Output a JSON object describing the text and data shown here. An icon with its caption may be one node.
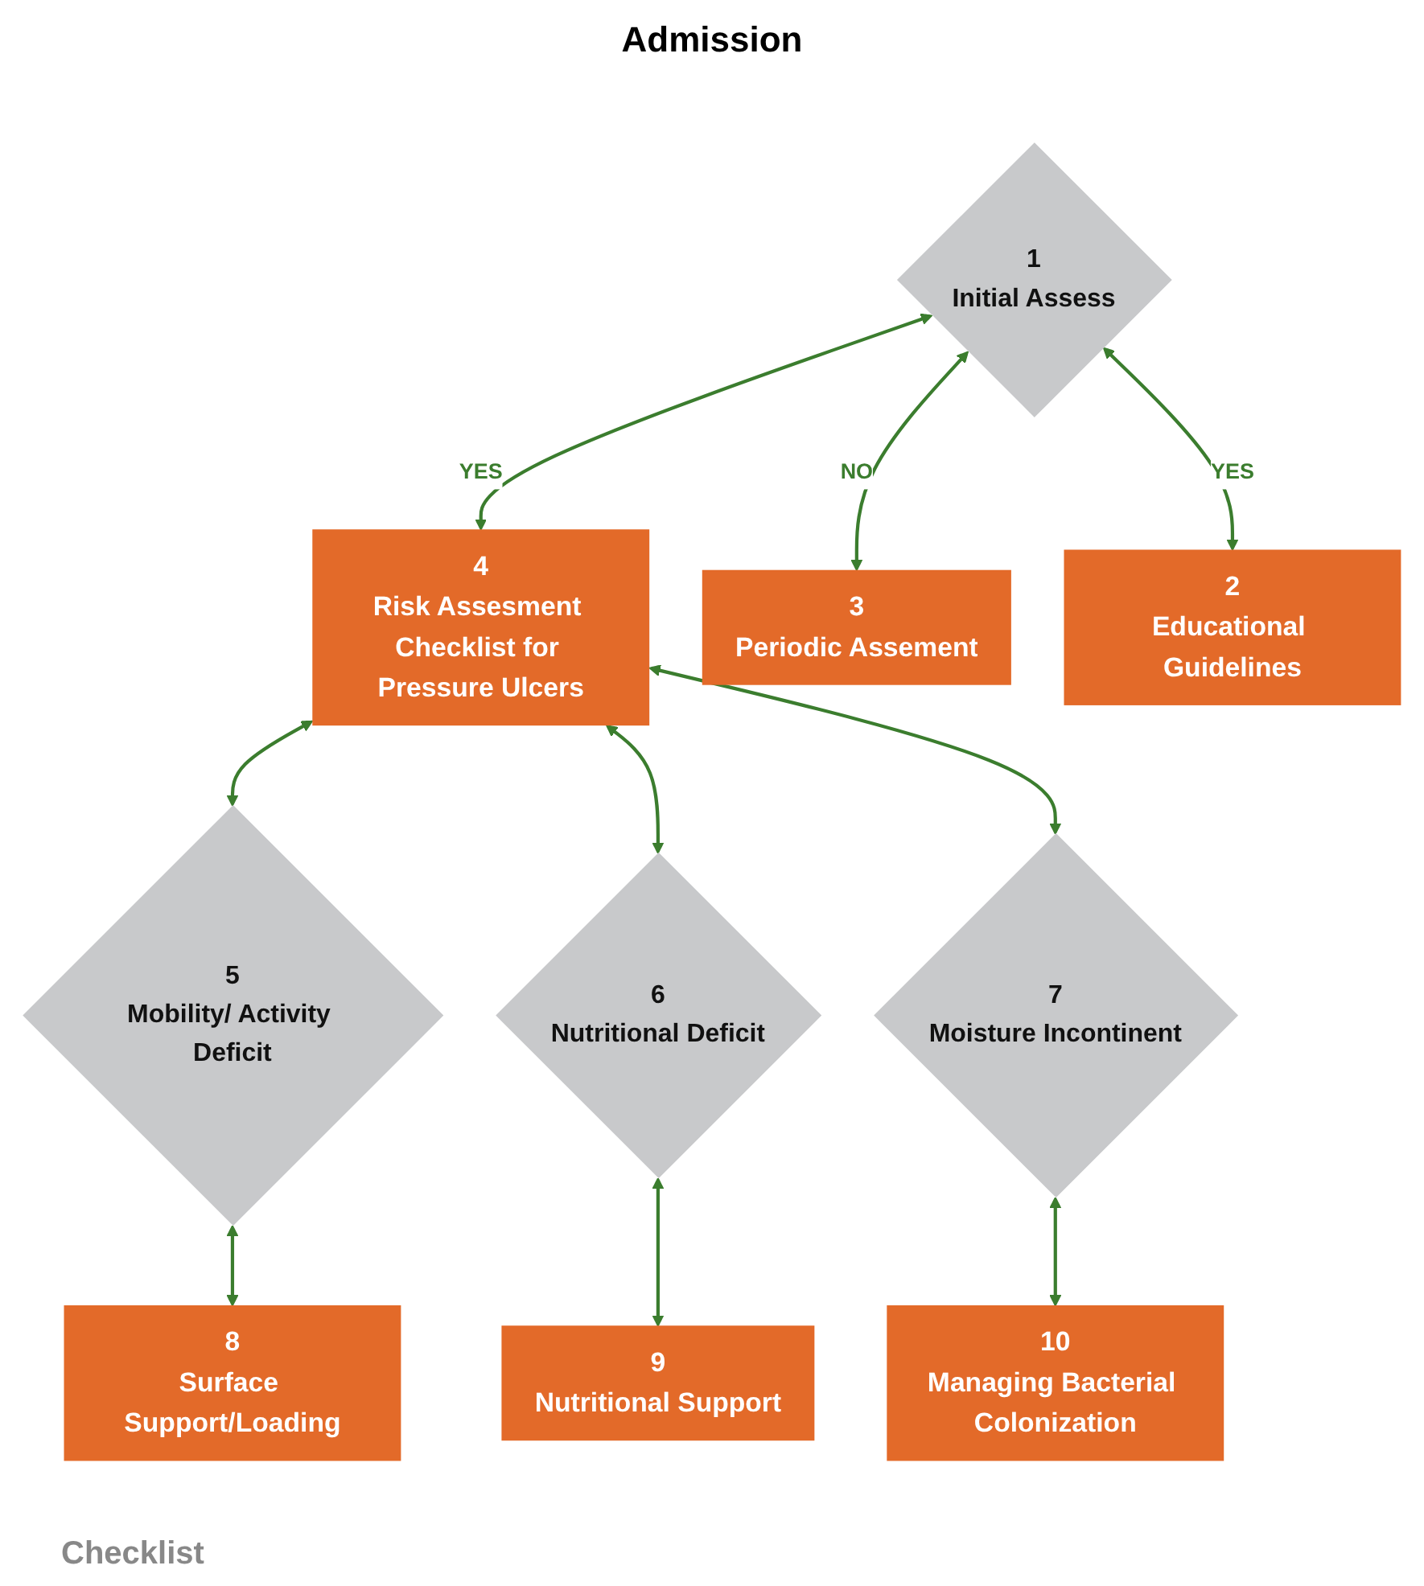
{
  "diagram": {
    "title": "Admission",
    "nodes": [
      {
        "text": [
          "1",
          "Initial Assess"
        ]
      },
      {
        "text": [
          "2",
          "Educational Guidelines"
        ]
      },
      {
        "text": [
          "3",
          "Periodic Assement"
        ]
      },
      {
        "text": [
          "4",
          "Risk Assesment Checklist for Pressure Ulcers"
        ]
      },
      {
        "text": [
          "5",
          "Mobility/ Activity Deficit"
        ]
      },
      {
        "text": [
          "6",
          "Nutritional Deficit"
        ]
      },
      {
        "text": [
          "7",
          "Moisture Incontinent"
        ]
      },
      {
        "text": [
          "8",
          "Surface Support/Loading"
        ]
      },
      {
        "text": [
          "9",
          "Nutritional Support"
        ]
      },
      {
        "text": [
          "10",
          "Managing Bacterial Colonization"
        ]
      }
    ],
    "edges": [
      {
        "from": 0,
        "to": 1,
        "arrow": "both",
        "label": "YES"
      },
      {
        "from": 0,
        "to": 2,
        "arrow": "both",
        "label": "NO"
      },
      {
        "from": 0,
        "to": 3,
        "arrow": "both",
        "label": "YES"
      },
      {
        "from": 3,
        "to": 4,
        "arrow": "both"
      },
      {
        "from": 3,
        "to": 5,
        "arrow": "both"
      },
      {
        "from": 3,
        "to": 6,
        "arrow": "both"
      },
      {
        "from": 4,
        "to": 7,
        "arrow": "both"
      },
      {
        "from": 5,
        "to": 8,
        "arrow": "both"
      },
      {
        "from": 6,
        "to": 9,
        "arrow": "both"
      }
    ],
    "labels": [
      "Checklist"
    ]
  }
}
